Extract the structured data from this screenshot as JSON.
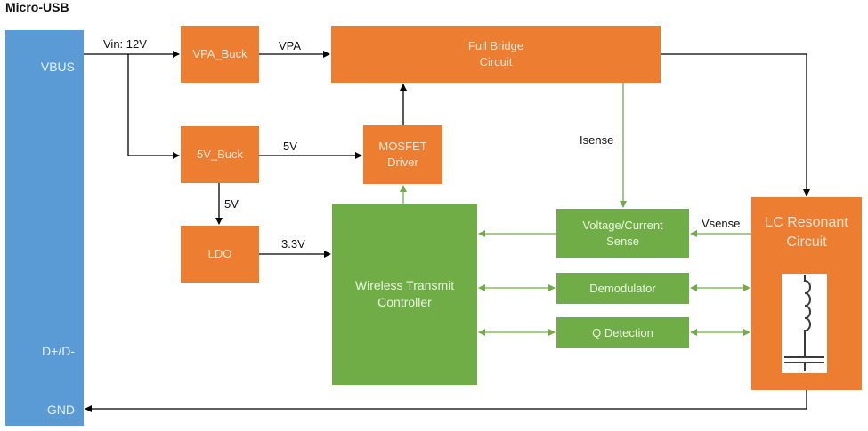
{
  "title": "Micro-USB",
  "usb": {
    "pins": [
      "VBUS",
      "D+/D-",
      "GND"
    ]
  },
  "blocks": {
    "vpa_buck": "VPA_Buck",
    "buck_5v": "5V_Buck",
    "ldo": "LDO",
    "full_bridge": [
      "Full Bridge",
      "Circuit"
    ],
    "mosfet_driver": [
      "MOSFET",
      "Driver"
    ],
    "controller": [
      "Wireless Transmit",
      "Controller"
    ],
    "vi_sense": [
      "Voltage/Current",
      "Sense"
    ],
    "demodulator": "Demodulator",
    "q_detection": "Q Detection",
    "lc_resonant": [
      "LC Resonant",
      "Circuit"
    ]
  },
  "signals": {
    "vin": "Vin: 12V",
    "vpa": "VPA",
    "v5_driver": "5V",
    "v5_ldo": "5V",
    "v33": "3.3V",
    "isense": "Isense",
    "vsense": "Vsense"
  },
  "colors": {
    "power_block": "#ed7d31",
    "control_block": "#70ad47",
    "connector": "#5b9bd5",
    "power_wire": "#000000",
    "signal_wire": "#70ad47"
  }
}
